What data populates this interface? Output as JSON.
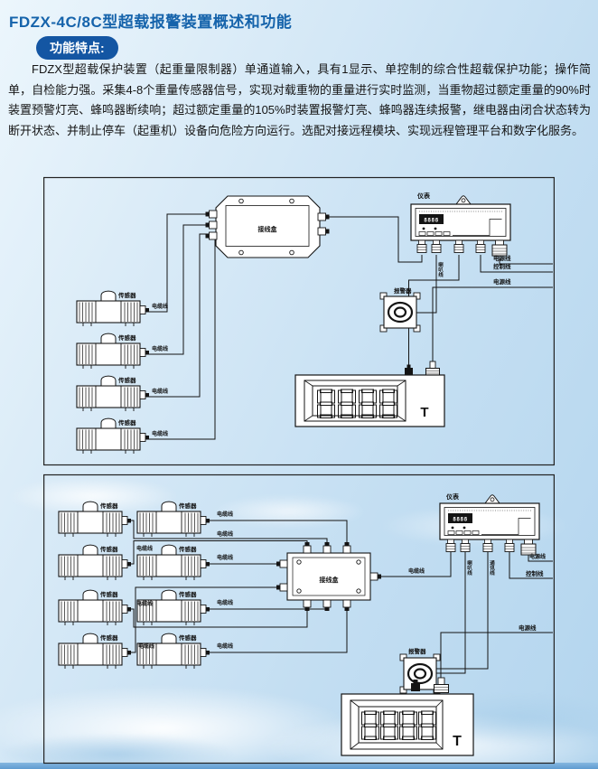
{
  "page": {
    "title": "FDZX-4C/8C型超载报警装置概述和功能",
    "badge": "功能特点:",
    "intro": "FDZX型超载保护装置（起重量限制器）单通道输入，具有1显示、单控制的综合性超载保护功能；操作简单，自检能力强。采集4-8个重量传感器信号，实现对载重物的重量进行实时监测，当重物超过额定重量的90%时装置预警灯亮、蜂鸣器断续响；超过额定重量的105%时装置报警灯亮、蜂鸣器连续报警，继电器由闭合状态转为断开状态、并制止停车（起重机）设备向危险方向运行。选配对接远程模块、实现远程管理平台和数字化服务。"
  },
  "labels": {
    "sensor": "传感器",
    "cable": "电缆线",
    "junction_box": "接线盒",
    "instrument": "仪表",
    "alarm_horn": "报警器",
    "power_line": "电源线",
    "control_line": "控制线",
    "horn_line": "喇叭线",
    "comm_line": "通讯线",
    "panel_digits": "8888",
    "display_unit": "T"
  },
  "diagrams": {
    "first": {
      "sensor_count": 4
    },
    "second": {
      "sensor_count": 8
    }
  },
  "colors": {
    "title_blue": "#1563ab",
    "badge_bg": "#1456a3",
    "diagram_line": "#141414",
    "background_top": "#ecf6fc",
    "background_bottom": "#b3d5ee",
    "bottom_bar": "#5f9bd0"
  }
}
